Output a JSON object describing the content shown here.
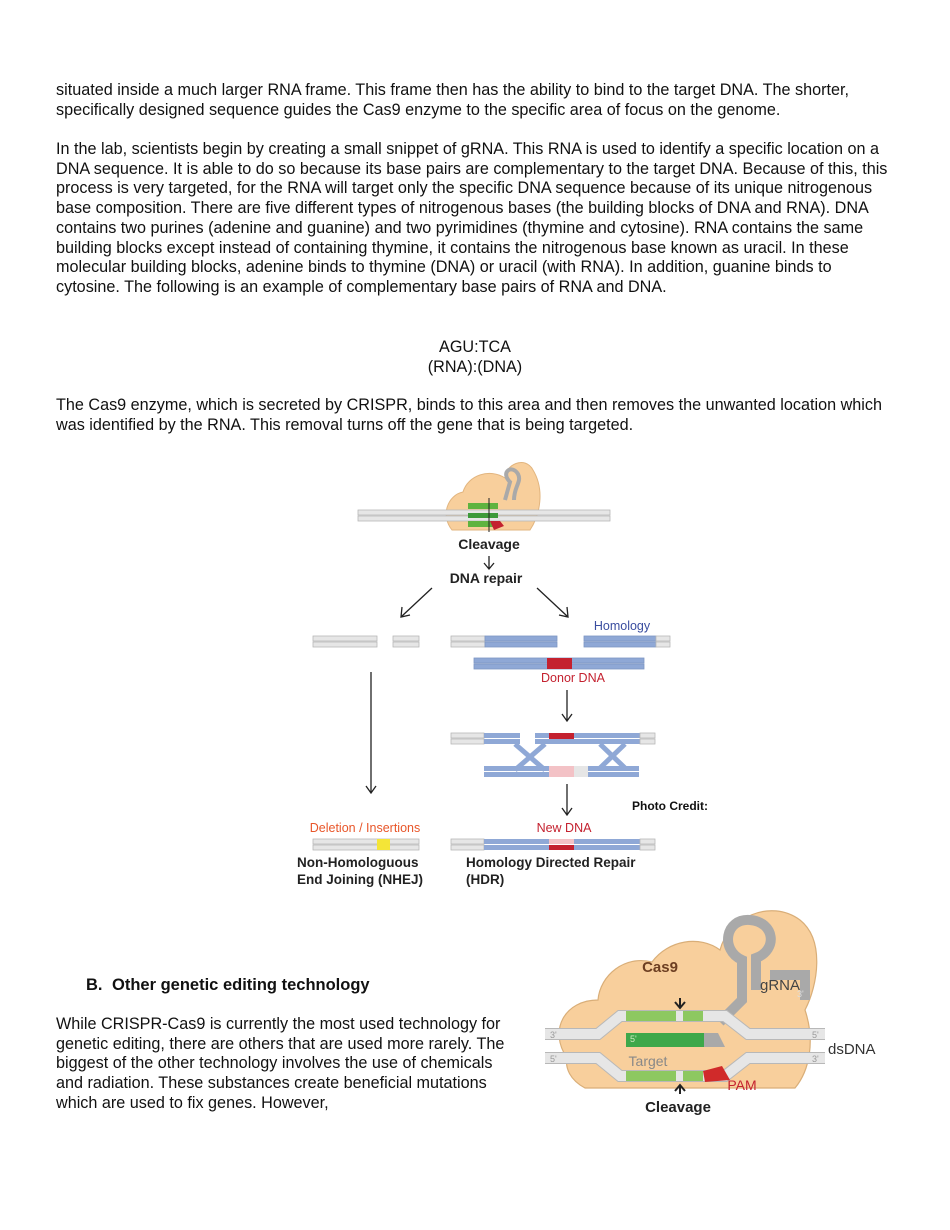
{
  "paragraphs": [
    "situated inside a much larger RNA frame. This frame then has the ability to bind to the target DNA. The shorter, specifically designed sequence guides the Cas9 enzyme to the specific area of focus on the genome.",
    "In the lab, scientists begin by creating a small snippet of gRNA. This RNA is used to identify a specific location on a DNA sequence. It is able to do so because its base pairs are complementary to the target DNA. Because of this, this process is very targeted, for the RNA will target only the specific DNA sequence because of its unique nitrogenous base composition. There are five different types of nitrogenous bases (the building blocks of DNA and RNA). DNA contains two purines (adenine and guanine) and two pyrimidines (thymine and cytosine). RNA contains the same building blocks except instead of containing thymine, it contains the nitrogenous base known as uracil. In these molecular building blocks, adenine binds to thymine (DNA) or uracil (with RNA). In addition, guanine binds to cytosine. The following is an example of complementary base pairs of RNA and DNA.",
    "The Cas9 enzyme, which is secreted by CRISPR, binds to this area and then removes the unwanted location which was identified by the RNA. This removal turns off the gene that is being targeted."
  ],
  "example": {
    "line1": "AGU:TCA",
    "line2": "(RNA):(DNA)"
  },
  "figure1": {
    "cleavage": "Cleavage",
    "dna_repair": "DNA repair",
    "homology": "Homology",
    "donor_dna": "Donor DNA",
    "new_dna": "New DNA",
    "deletion": "Deletion / Insertions",
    "photo_credit": "Photo Credit:",
    "nhej_line1": "Non-Homologuous",
    "nhej_line2": "End Joining (NHEJ)",
    "hdr_line1": "Homology Directed Repair",
    "hdr_line2": "(HDR)"
  },
  "section_b": {
    "number": "B.",
    "title": "Other genetic editing technology",
    "body": "While CRISPR-Cas9 is currently the most used technology for genetic editing, there are others that are used more rarely. The biggest of the other technology involves the use of chemicals and radiation. These substances create beneficial mutations which are used to fix genes. However,"
  },
  "figure2": {
    "cas9": "Cas9",
    "grna": "gRNA",
    "dsdna": "dsDNA",
    "target": "Target",
    "pam": "PAM",
    "cleavage": "Cleavage",
    "end3": "3'",
    "end5": "5'"
  },
  "colors": {
    "cas9_fill": "#f8cf9c",
    "dna_gray": "#e6e6e6",
    "strand_blue": "#8fa8d6",
    "donor_red": "#c4212f",
    "guide_green": "#5fb33f",
    "label_red": "#c4212f",
    "label_orange": "#e8562a",
    "homology_blue": "#3a4d9f"
  }
}
